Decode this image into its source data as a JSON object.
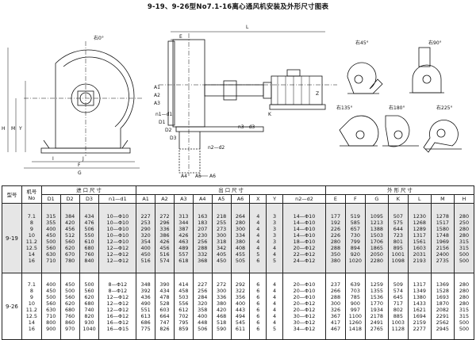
{
  "title": "9-19、9-26型No7.1-16离心通风机安装及外形尺寸图表",
  "drawing": {
    "front_view_angle": "右0°",
    "dim_labels": {
      "L": "L",
      "E": "E",
      "F": "F",
      "G": "G",
      "H": "H",
      "M": "M",
      "Y": "Y",
      "I": "I",
      "J": "J",
      "K": "K",
      "Z": "Z",
      "A1": "A1",
      "A2": "A2",
      "A3": "A3",
      "A4": "A4",
      "A5": "A5",
      "A6": "A6",
      "D1": "D1",
      "D2": "D2",
      "D3": "D3",
      "n1d1": "n1—d1",
      "n2d2": "n2—d2",
      "n3d3": "n3—d3"
    },
    "orientations": [
      "右45°",
      "右90°",
      "右135°",
      "右180°",
      "右225°"
    ]
  },
  "table": {
    "headers": {
      "type": "型号",
      "machine_no": "机号\nNo",
      "inlet_group": "进  口  尺  寸",
      "outlet_group": "出  口  尺  寸",
      "outline_group": "外  形  尺  寸",
      "columns": [
        "D1",
        "D2",
        "D3",
        "n1—d1",
        "A1",
        "A2",
        "A3",
        "A4",
        "A5",
        "A6",
        "X",
        "Y",
        "n2—d2",
        "E",
        "F",
        "G",
        "K",
        "L",
        "M",
        "H"
      ]
    },
    "groups": [
      {
        "name": "9-19",
        "no": [
          "7.1",
          "8",
          "9",
          "10",
          "11.2",
          "12.5",
          "14",
          "16"
        ],
        "D1": [
          "315",
          "355",
          "400",
          "450",
          "500",
          "560",
          "630",
          "710"
        ],
        "D2": [
          "384",
          "420",
          "456",
          "512",
          "560",
          "620",
          "670",
          "780"
        ],
        "D3": [
          "434",
          "476",
          "506",
          "550",
          "610",
          "680",
          "760",
          "840"
        ],
        "n1d1": [
          "10—Φ10",
          "10—Φ10",
          "10—Φ10",
          "10—Φ10",
          "12—Φ10",
          "12—Φ12",
          "12—Φ12",
          "12—Φ12"
        ],
        "A1": [
          "227",
          "253",
          "290",
          "320",
          "354",
          "400",
          "450",
          "516"
        ],
        "A2": [
          "272",
          "296",
          "336",
          "386",
          "426",
          "456",
          "516",
          "574"
        ],
        "A3": [
          "313",
          "344",
          "387",
          "426",
          "463",
          "489",
          "557",
          "618"
        ],
        "A4": [
          "163",
          "183",
          "207",
          "230",
          "256",
          "288",
          "332",
          "368"
        ],
        "A5": [
          "218",
          "255",
          "273",
          "300",
          "318",
          "342",
          "405",
          "450"
        ],
        "A6": [
          "264",
          "280",
          "300",
          "334",
          "380",
          "408",
          "455",
          "505"
        ],
        "X": [
          "4",
          "4",
          "4",
          "4",
          "4",
          "4",
          "5",
          "6"
        ],
        "Y": [
          "3",
          "3",
          "3",
          "3",
          "3",
          "4",
          "4",
          "5"
        ],
        "n2d2": [
          "14—Φ10",
          "14—Φ10",
          "14—Φ10",
          "14—Φ10",
          "18—Φ10",
          "20—Φ12",
          "22—Φ12",
          "24—Φ12"
        ],
        "E": [
          "177",
          "192",
          "226",
          "226",
          "280",
          "288",
          "350",
          "380"
        ],
        "F": [
          "519",
          "585",
          "657",
          "730",
          "799",
          "894",
          "920",
          "1020"
        ],
        "G": [
          "1095",
          "1213",
          "1388",
          "1503",
          "1706",
          "1865",
          "2050",
          "2280"
        ],
        "K": [
          "507",
          "575",
          "644",
          "723",
          "801",
          "895",
          "1001",
          "1098"
        ],
        "L": [
          "1230",
          "1268",
          "1289",
          "1317",
          "1561",
          "1603",
          "2031",
          "2193"
        ],
        "M": [
          "1278",
          "1517",
          "1580",
          "1748",
          "1969",
          "2156",
          "2400",
          "2735"
        ],
        "H": [
          "280",
          "250",
          "280",
          "280",
          "315",
          "315",
          "500",
          "500"
        ]
      },
      {
        "name": "9-26",
        "no": [
          "7.1",
          "8",
          "9",
          "10",
          "11.2",
          "12.5",
          "14",
          "16"
        ],
        "D1": [
          "400",
          "450",
          "500",
          "560",
          "630",
          "710",
          "800",
          "900"
        ],
        "D2": [
          "450",
          "500",
          "560",
          "620",
          "680",
          "760",
          "860",
          "970"
        ],
        "D3": [
          "500",
          "560",
          "620",
          "680",
          "740",
          "820",
          "930",
          "1040"
        ],
        "n1d1": [
          "8—Φ12",
          "8—Φ12",
          "12—Φ12",
          "12—Φ12",
          "12—Φ12",
          "16—Φ12",
          "16—Φ12",
          "16—Φ15"
        ],
        "A1": [
          "348",
          "392",
          "436",
          "490",
          "551",
          "613",
          "686",
          "775"
        ],
        "A2": [
          "390",
          "434",
          "478",
          "528",
          "603",
          "664",
          "747",
          "826"
        ],
        "A3": [
          "414",
          "458",
          "503",
          "556",
          "612",
          "702",
          "795",
          "859"
        ],
        "A4": [
          "227",
          "256",
          "284",
          "320",
          "358",
          "400",
          "448",
          "506"
        ],
        "A5": [
          "272",
          "300",
          "336",
          "380",
          "420",
          "468",
          "518",
          "590"
        ],
        "A6": [
          "292",
          "322",
          "356",
          "400",
          "443",
          "494",
          "545",
          "611"
        ],
        "X": [
          "6",
          "6",
          "6",
          "6",
          "6",
          "6",
          "6",
          "6"
        ],
        "Y": [
          "4",
          "4",
          "4",
          "4",
          "4",
          "4",
          "4",
          "5"
        ],
        "n2d2": [
          "20—Φ10",
          "20—Φ10",
          "20—Φ10",
          "20—Φ12",
          "20—Φ12",
          "30—Φ12",
          "30—Φ12",
          "34—Φ12"
        ],
        "E": [
          "237",
          "266",
          "288",
          "300",
          "326",
          "367",
          "417",
          "467"
        ],
        "F": [
          "639",
          "703",
          "785",
          "900",
          "997",
          "1100",
          "1260",
          "1418"
        ],
        "G": [
          "1259",
          "1355",
          "1536",
          "1770",
          "1934",
          "2178",
          "2491",
          "2765"
        ],
        "K": [
          "509",
          "574",
          "645",
          "717",
          "802",
          "885",
          "1003",
          "1128"
        ],
        "L": [
          "1317",
          "1349",
          "1380",
          "1433",
          "1621",
          "1694",
          "2159",
          "2277"
        ],
        "M": [
          "1369",
          "1528",
          "1693",
          "1870",
          "2082",
          "2291",
          "2562",
          "2945"
        ],
        "H": [
          "280",
          "280",
          "280",
          "280",
          "315",
          "315",
          "500",
          "500"
        ]
      }
    ]
  }
}
